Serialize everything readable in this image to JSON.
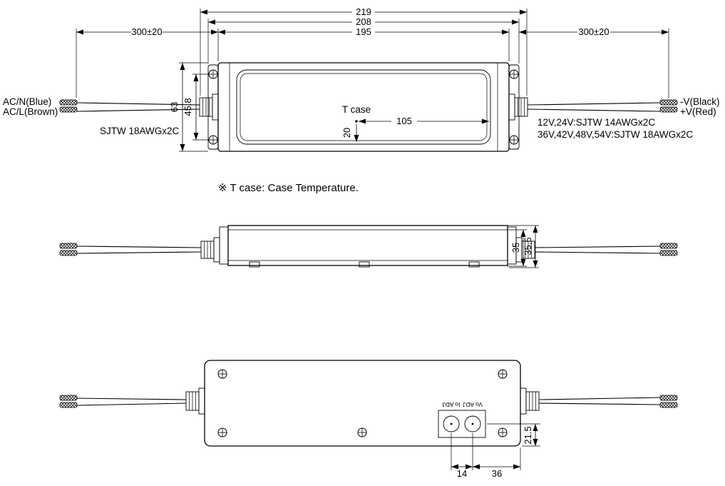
{
  "top_view": {
    "dim_219": "219",
    "dim_208": "208",
    "dim_195": "195",
    "dim_wire_left": "300±20",
    "dim_wire_right": "300±20",
    "dim_63": "63",
    "dim_45_8": "45.8",
    "dim_105": "105",
    "dim_20": "20",
    "label_acn": "AC/N(Blue)",
    "label_acl": "AC/L(Brown)",
    "label_input_cable": "SJTW 18AWGx2C",
    "label_vminus": "-V(Black)",
    "label_vplus": "+V(Red)",
    "label_output_1": "12V,24V:SJTW 14AWGx2C",
    "label_output_2": "36V,42V,48V,54V:SJTW 18AWGx2C",
    "label_tcase": "T case",
    "note": "※ T case: Case Temperature."
  },
  "side_view": {
    "dim_35": "35",
    "dim_35_5": "35.5"
  },
  "bottom_view": {
    "dim_21_5": "21.5",
    "dim_14": "14",
    "dim_36": "36",
    "label_io_adj": "Io ADJ",
    "label_vo_adj": "Vo ADJ"
  }
}
